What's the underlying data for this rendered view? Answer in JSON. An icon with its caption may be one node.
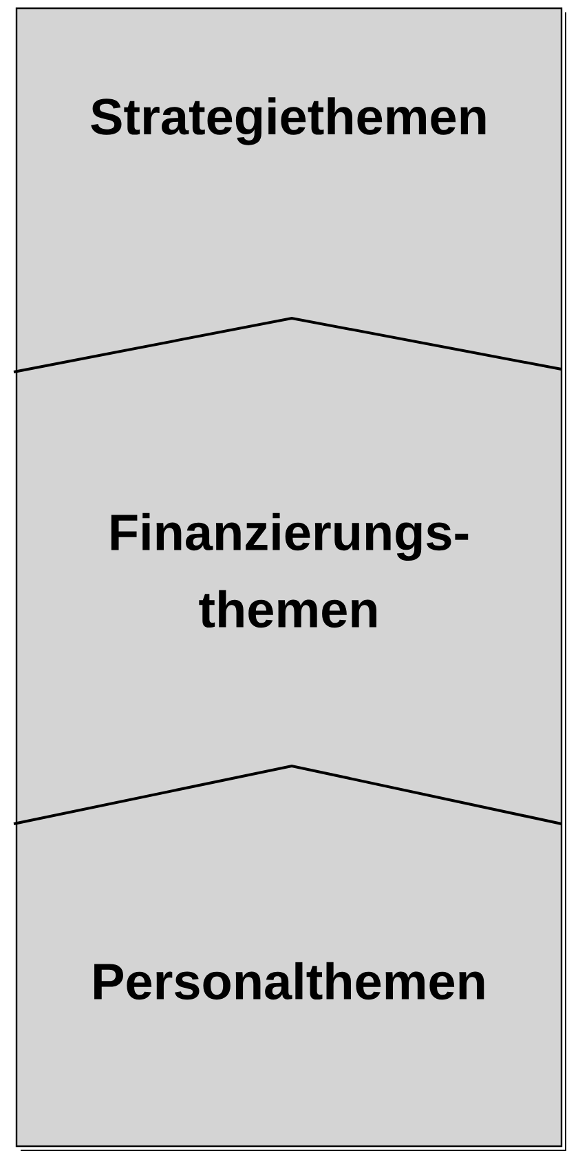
{
  "diagram": {
    "nodes": [
      {
        "text": [
          "Strategiethemen"
        ]
      },
      {
        "text": [
          "Finanzierungs- themen"
        ]
      },
      {
        "text": [
          "Personalthemen"
        ]
      }
    ]
  }
}
